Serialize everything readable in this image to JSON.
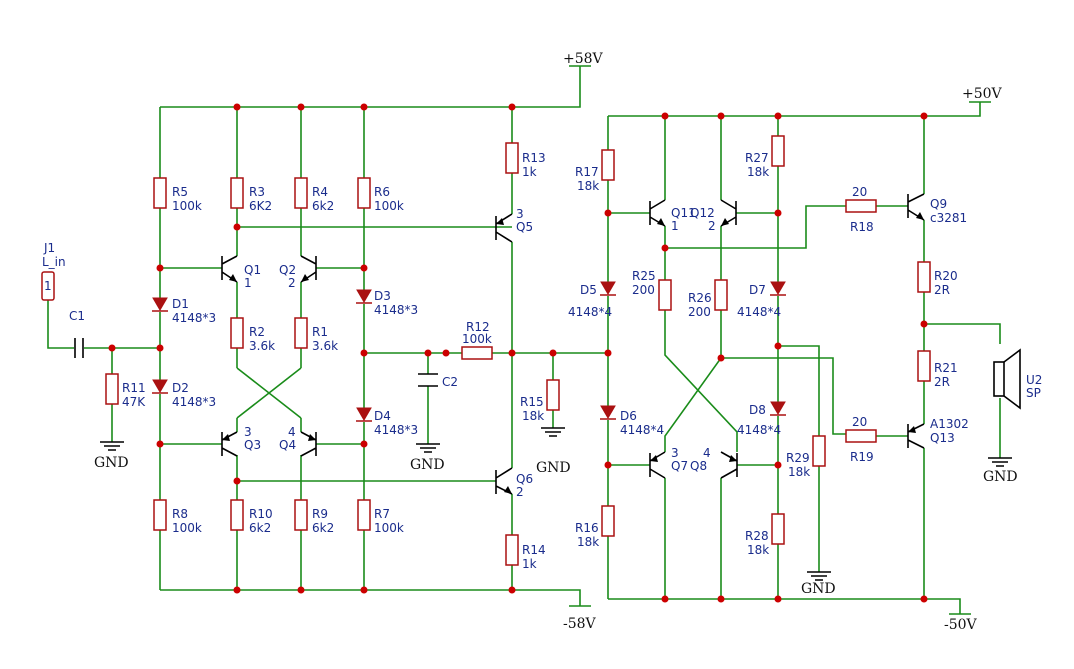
{
  "supplies": {
    "pos58": "+58V",
    "neg58": "-58V",
    "pos50": "+50V",
    "neg50": "-50V",
    "gnd": "GND"
  },
  "connector": {
    "ref": "J1",
    "value": "L_in",
    "pin": "1"
  },
  "speaker": {
    "ref": "U2",
    "value": "SP"
  },
  "resistors": {
    "R1": "3.6k",
    "R2": "3.6k",
    "R3": "6K2",
    "R4": "6k2",
    "R5": "100k",
    "R6": "100k",
    "R7": "100k",
    "R8": "100k",
    "R9": "6k2",
    "R10": "6k2",
    "R11": "47K",
    "R12": "100k",
    "R13": "1k",
    "R14": "1k",
    "R15": "18k",
    "R16": "18k",
    "R17": "18k",
    "R18": "20",
    "R19": "20",
    "R20": "2R",
    "R21": "2R",
    "R25": "200",
    "R26": "200",
    "R27": "18k",
    "R28": "18k",
    "R29": "18k"
  },
  "diodes": {
    "D1": "4148*3",
    "D2": "4148*3",
    "D3": "4148*3",
    "D4": "4148*3",
    "D5": "4148*4",
    "D6": "4148*4",
    "D7": "4148*4",
    "D8": "4148*4"
  },
  "capacitors": {
    "C1": "C1",
    "C2": "C2"
  },
  "transistors": {
    "Q1": "1",
    "Q2": "2",
    "Q3": "3",
    "Q4": "4",
    "Q5": "3",
    "Q6": "2",
    "Q7": "3",
    "Q8": "4",
    "Q11": "1",
    "Q12": "2",
    "Q9": "c3281",
    "Q13": "A1302"
  }
}
